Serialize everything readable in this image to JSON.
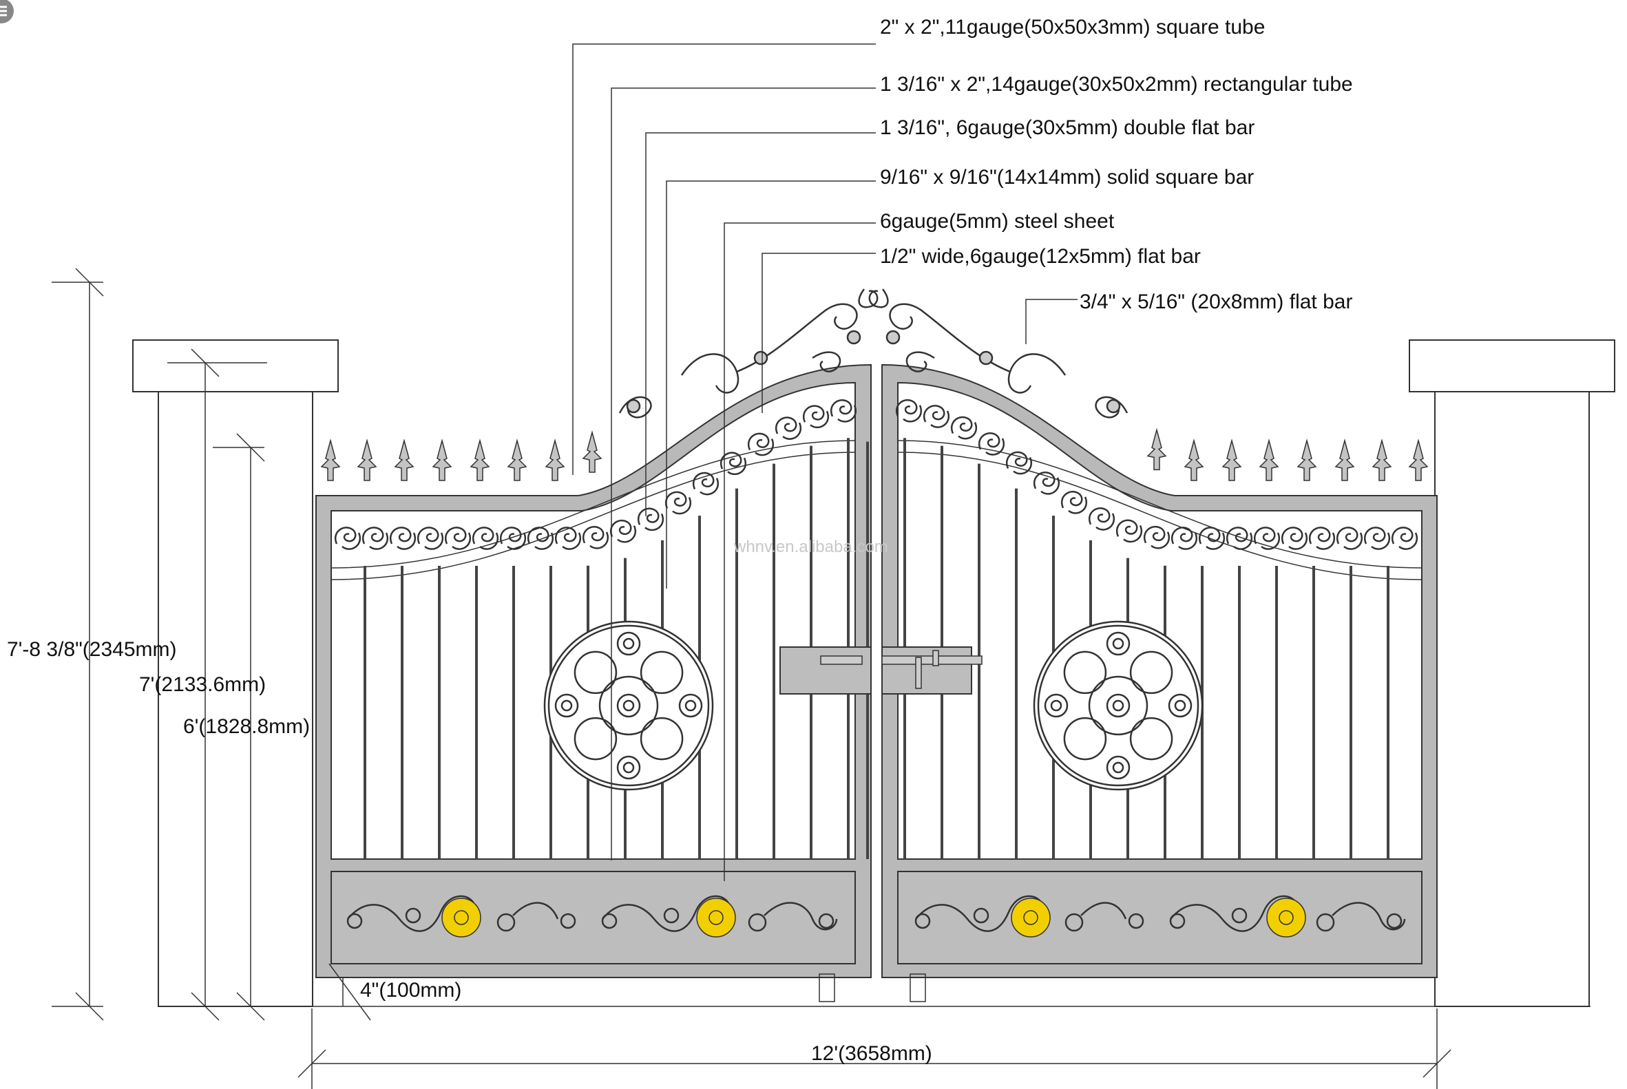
{
  "callouts": [
    "2\" x 2\",11gauge(50x50x3mm) square tube",
    "1 3/16\" x 2\",14gauge(30x50x2mm) rectangular tube",
    "1 3/16\", 6gauge(30x5mm)  double flat bar",
    "9/16\" x 9/16\"(14x14mm) solid square bar",
    "6gauge(5mm)  steel sheet",
    "1/2\" wide,6gauge(12x5mm) flat bar",
    "3/4\" x 5/16\" (20x8mm) flat bar"
  ],
  "dimensions": {
    "overall_height": "7'-8 3/8\"(2345mm)",
    "pillar_height": "7'(2133.6mm)",
    "gate_height": "6'(1828.8mm)",
    "ground_clearance": "4\"(100mm)",
    "overall_width": "12'(3658mm)"
  },
  "watermark": "whnv.en.alibaba.com",
  "colors": {
    "frame": "#b9b9b9",
    "flower": "#f2cf00",
    "line": "#222222"
  }
}
